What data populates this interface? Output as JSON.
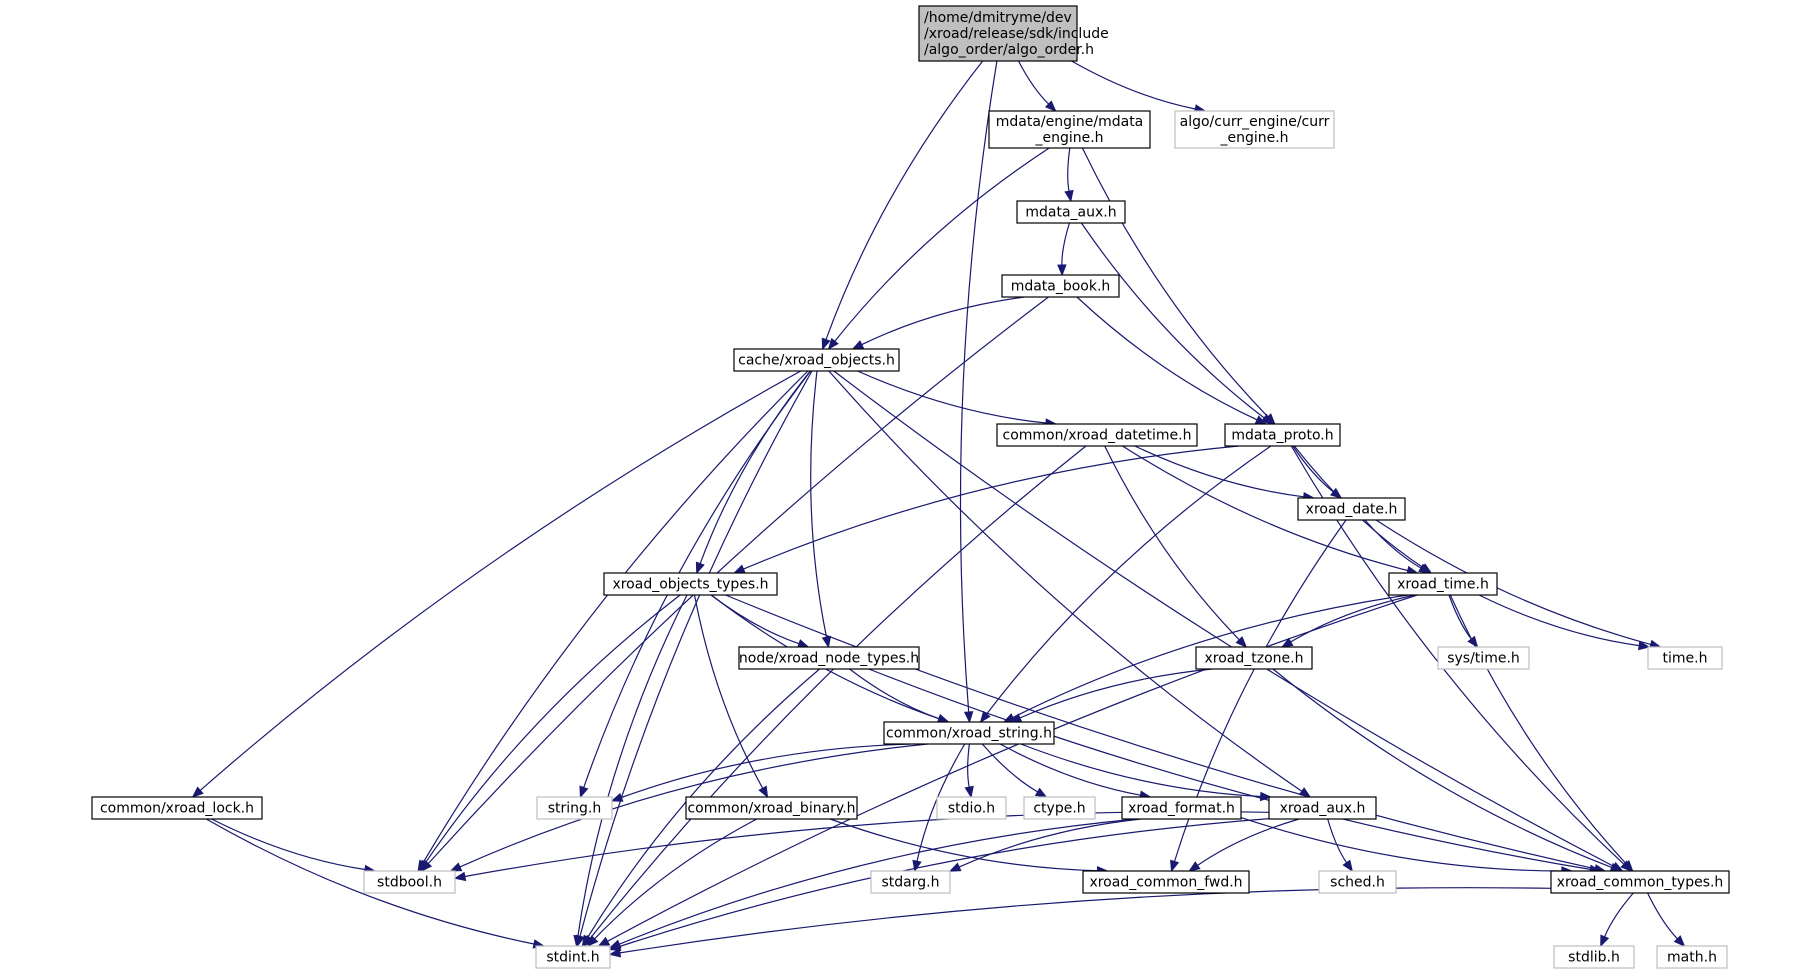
{
  "nodes": [
    {
      "id": "algo_order",
      "lines": [
        "/home/dmitryme/dev",
        "/xroad/release/sdk/include",
        "/algo_order/algo_order.h"
      ],
      "kind": "root"
    },
    {
      "id": "mdata_engine",
      "lines": [
        "mdata/engine/mdata",
        "_engine.h"
      ],
      "kind": "normal"
    },
    {
      "id": "curr_engine",
      "lines": [
        "algo/curr_engine/curr",
        "_engine.h"
      ],
      "kind": "external"
    },
    {
      "id": "mdata_aux",
      "lines": [
        "mdata_aux.h"
      ],
      "kind": "normal"
    },
    {
      "id": "mdata_book",
      "lines": [
        "mdata_book.h"
      ],
      "kind": "normal"
    },
    {
      "id": "xroad_objects",
      "lines": [
        "cache/xroad_objects.h"
      ],
      "kind": "normal"
    },
    {
      "id": "xroad_datetime",
      "lines": [
        "common/xroad_datetime.h"
      ],
      "kind": "normal"
    },
    {
      "id": "mdata_proto",
      "lines": [
        "mdata_proto.h"
      ],
      "kind": "normal"
    },
    {
      "id": "xroad_date",
      "lines": [
        "xroad_date.h"
      ],
      "kind": "normal"
    },
    {
      "id": "xroad_objects_types",
      "lines": [
        "xroad_objects_types.h"
      ],
      "kind": "normal"
    },
    {
      "id": "xroad_time",
      "lines": [
        "xroad_time.h"
      ],
      "kind": "normal"
    },
    {
      "id": "node_types",
      "lines": [
        "node/xroad_node_types.h"
      ],
      "kind": "normal"
    },
    {
      "id": "xroad_tzone",
      "lines": [
        "xroad_tzone.h"
      ],
      "kind": "normal"
    },
    {
      "id": "sys_time",
      "lines": [
        "sys/time.h"
      ],
      "kind": "external"
    },
    {
      "id": "time_h",
      "lines": [
        "time.h"
      ],
      "kind": "external"
    },
    {
      "id": "xroad_string",
      "lines": [
        "common/xroad_string.h"
      ],
      "kind": "normal"
    },
    {
      "id": "xroad_lock",
      "lines": [
        "common/xroad_lock.h"
      ],
      "kind": "normal"
    },
    {
      "id": "string_h",
      "lines": [
        "string.h"
      ],
      "kind": "external"
    },
    {
      "id": "xroad_binary",
      "lines": [
        "common/xroad_binary.h"
      ],
      "kind": "normal"
    },
    {
      "id": "stdio_h",
      "lines": [
        "stdio.h"
      ],
      "kind": "external"
    },
    {
      "id": "ctype_h",
      "lines": [
        "ctype.h"
      ],
      "kind": "external"
    },
    {
      "id": "xroad_format",
      "lines": [
        "xroad_format.h"
      ],
      "kind": "normal"
    },
    {
      "id": "xroad_aux",
      "lines": [
        "xroad_aux.h"
      ],
      "kind": "normal"
    },
    {
      "id": "stdbool_h",
      "lines": [
        "stdbool.h"
      ],
      "kind": "external"
    },
    {
      "id": "stdarg_h",
      "lines": [
        "stdarg.h"
      ],
      "kind": "external"
    },
    {
      "id": "xroad_common_fwd",
      "lines": [
        "xroad_common_fwd.h"
      ],
      "kind": "normal"
    },
    {
      "id": "sched_h",
      "lines": [
        "sched.h"
      ],
      "kind": "external"
    },
    {
      "id": "xroad_common_types",
      "lines": [
        "xroad_common_types.h"
      ],
      "kind": "normal"
    },
    {
      "id": "stdint_h",
      "lines": [
        "stdint.h"
      ],
      "kind": "external"
    },
    {
      "id": "stdlib_h",
      "lines": [
        "stdlib.h"
      ],
      "kind": "external"
    },
    {
      "id": "math_h",
      "lines": [
        "math.h"
      ],
      "kind": "external"
    }
  ],
  "edges": [
    [
      "algo_order",
      "xroad_objects"
    ],
    [
      "algo_order",
      "xroad_string"
    ],
    [
      "algo_order",
      "mdata_engine"
    ],
    [
      "algo_order",
      "curr_engine"
    ],
    [
      "mdata_engine",
      "mdata_aux"
    ],
    [
      "mdata_engine",
      "xroad_objects"
    ],
    [
      "mdata_engine",
      "mdata_proto"
    ],
    [
      "mdata_aux",
      "mdata_book"
    ],
    [
      "mdata_aux",
      "mdata_proto"
    ],
    [
      "mdata_book",
      "xroad_objects"
    ],
    [
      "mdata_book",
      "mdata_proto"
    ],
    [
      "mdata_book",
      "stdbool_h"
    ],
    [
      "xroad_objects",
      "xroad_datetime"
    ],
    [
      "xroad_objects",
      "xroad_objects_types"
    ],
    [
      "xroad_objects",
      "node_types"
    ],
    [
      "xroad_objects",
      "string_h"
    ],
    [
      "xroad_objects",
      "stdbool_h"
    ],
    [
      "xroad_objects",
      "xroad_lock"
    ],
    [
      "xroad_objects",
      "stdint_h"
    ],
    [
      "xroad_objects",
      "xroad_aux"
    ],
    [
      "xroad_objects",
      "xroad_common_types"
    ],
    [
      "xroad_datetime",
      "xroad_date"
    ],
    [
      "xroad_datetime",
      "xroad_time"
    ],
    [
      "xroad_datetime",
      "xroad_tzone"
    ],
    [
      "xroad_datetime",
      "stdint_h"
    ],
    [
      "mdata_proto",
      "xroad_date"
    ],
    [
      "mdata_proto",
      "xroad_time"
    ],
    [
      "mdata_proto",
      "xroad_objects_types"
    ],
    [
      "mdata_proto",
      "xroad_string"
    ],
    [
      "mdata_proto",
      "xroad_common_types"
    ],
    [
      "xroad_date",
      "xroad_time"
    ],
    [
      "xroad_date",
      "time_h"
    ],
    [
      "xroad_date",
      "xroad_common_fwd"
    ],
    [
      "xroad_time",
      "xroad_tzone"
    ],
    [
      "xroad_time",
      "sys_time"
    ],
    [
      "xroad_time",
      "time_h"
    ],
    [
      "xroad_time",
      "xroad_string"
    ],
    [
      "xroad_time",
      "xroad_common_types"
    ],
    [
      "xroad_time",
      "stdint_h"
    ],
    [
      "xroad_objects_types",
      "node_types"
    ],
    [
      "xroad_objects_types",
      "xroad_string"
    ],
    [
      "xroad_objects_types",
      "xroad_binary"
    ],
    [
      "xroad_objects_types",
      "stdbool_h"
    ],
    [
      "xroad_objects_types",
      "stdint_h"
    ],
    [
      "xroad_objects_types",
      "xroad_common_types"
    ],
    [
      "node_types",
      "xroad_string"
    ],
    [
      "node_types",
      "stdint_h"
    ],
    [
      "node_types",
      "xroad_common_types"
    ],
    [
      "xroad_tzone",
      "xroad_string"
    ],
    [
      "xroad_tzone",
      "xroad_common_types"
    ],
    [
      "xroad_string",
      "string_h"
    ],
    [
      "xroad_string",
      "stdio_h"
    ],
    [
      "xroad_string",
      "ctype_h"
    ],
    [
      "xroad_string",
      "stdarg_h"
    ],
    [
      "xroad_string",
      "xroad_format"
    ],
    [
      "xroad_string",
      "xroad_aux"
    ],
    [
      "xroad_string",
      "stdbool_h"
    ],
    [
      "xroad_lock",
      "stdbool_h"
    ],
    [
      "xroad_lock",
      "stdint_h"
    ],
    [
      "xroad_binary",
      "stdint_h"
    ],
    [
      "xroad_binary",
      "xroad_common_fwd"
    ],
    [
      "xroad_format",
      "stdarg_h"
    ],
    [
      "xroad_format",
      "stdint_h"
    ],
    [
      "xroad_format",
      "xroad_common_types"
    ],
    [
      "xroad_aux",
      "sched_h"
    ],
    [
      "xroad_aux",
      "xroad_common_fwd"
    ],
    [
      "xroad_aux",
      "stdbool_h"
    ],
    [
      "xroad_aux",
      "stdint_h"
    ],
    [
      "xroad_common_types",
      "stdlib_h"
    ],
    [
      "xroad_common_types",
      "math_h"
    ],
    [
      "xroad_common_types",
      "stdint_h"
    ]
  ]
}
